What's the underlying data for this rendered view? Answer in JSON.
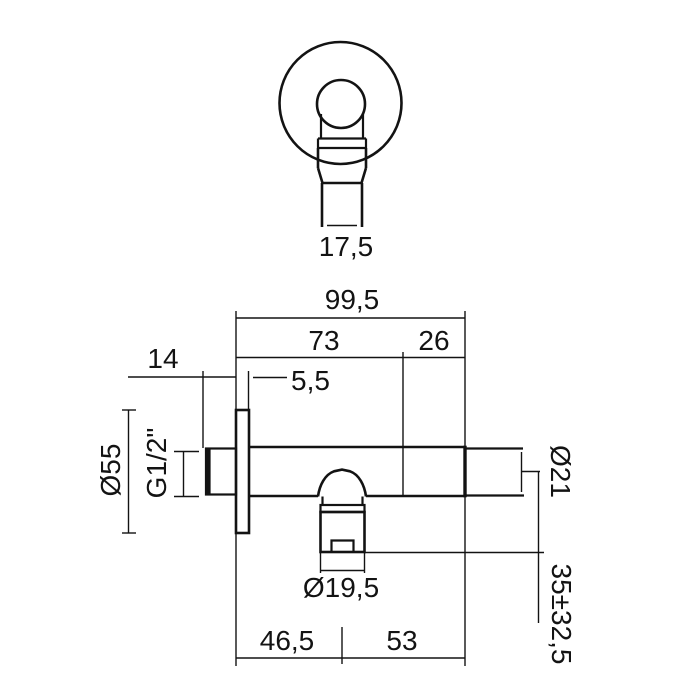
{
  "drawing": {
    "background": "#ffffff",
    "ink": "#131313",
    "description": "Technical dimension drawing of a wall-mounted shower outlet elbow with hand-shower holder, front view (top) and side section view (bottom)",
    "views": {
      "front": {
        "labels": {
          "tube_width": "17,5"
        }
      },
      "side": {
        "labels": {
          "overall_length": "99,5",
          "body_length": "73",
          "end_section": "26",
          "thread_length": "14",
          "plate_thickness": "5,5",
          "flange_diameter": "Ø55",
          "thread_size": "G1/2\"",
          "outlet_diameter": "Ø21",
          "holder_diameter": "Ø19,5",
          "offset_left": "46,5",
          "offset_right": "53",
          "holder_drop": "35±32,5"
        }
      }
    }
  }
}
